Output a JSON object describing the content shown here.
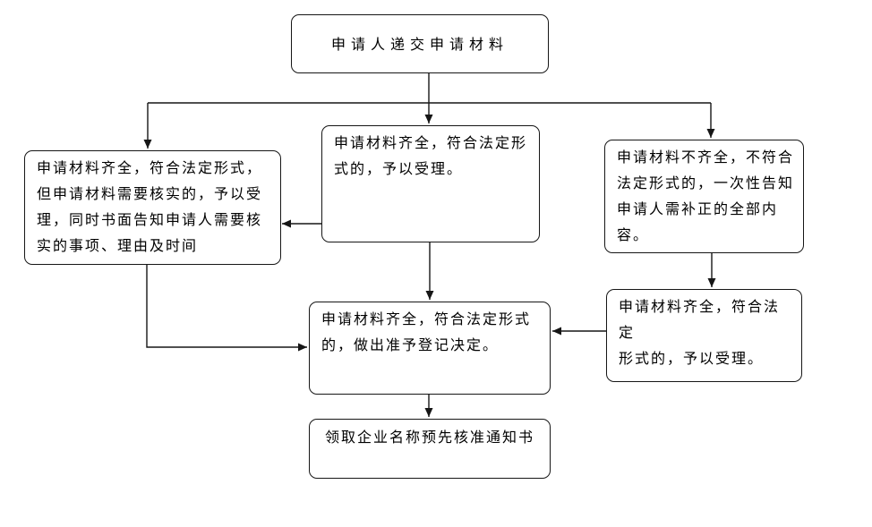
{
  "diagram": {
    "type": "flowchart",
    "colors": {
      "background": "#ffffff",
      "node_fill": "#ffffff",
      "node_border": "#161616",
      "connector": "#161616",
      "text": "#000000"
    },
    "nodes": {
      "submit": {
        "id": "submit",
        "label": "申请人递交申请材料"
      },
      "verify": {
        "id": "verify",
        "label": "申请材料齐全，符合法定形式，\n但申请材料需要核实的，予以受\n理，同时书面告知申请人需要核\n实的事项、理由及时间"
      },
      "accept": {
        "id": "accept",
        "label": "申请材料齐全，符合法定形\n式的，予以受理。"
      },
      "incomplete": {
        "id": "incomplete",
        "label": "申请材料不齐全，不符合\n法定形式的，一次性告知\n申请人需补正的全部内\n容。"
      },
      "accept_after_correction": {
        "id": "accept_after_correction",
        "label": "申请材料齐全，符合法定\n形式的，予以受理。"
      },
      "decision": {
        "id": "decision",
        "label": "申请材料齐全，符合法定形式\n的，做出准予登记决定。"
      },
      "notice": {
        "id": "notice",
        "label": "领取企业名称预先核准通知书"
      }
    },
    "edges": [
      {
        "from": "submit",
        "to": "verify"
      },
      {
        "from": "submit",
        "to": "accept"
      },
      {
        "from": "submit",
        "to": "incomplete"
      },
      {
        "from": "accept",
        "to": "verify"
      },
      {
        "from": "accept",
        "to": "decision"
      },
      {
        "from": "verify",
        "to": "decision"
      },
      {
        "from": "incomplete",
        "to": "accept_after_correction"
      },
      {
        "from": "accept_after_correction",
        "to": "decision"
      },
      {
        "from": "decision",
        "to": "notice"
      }
    ]
  }
}
